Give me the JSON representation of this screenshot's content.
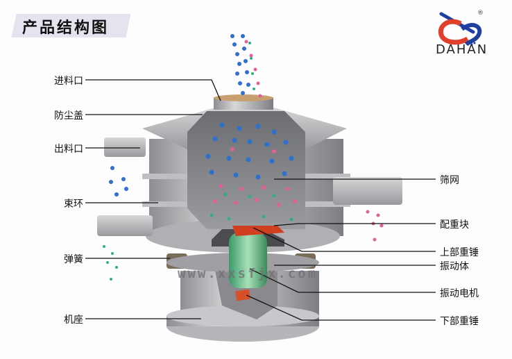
{
  "title": "产品结构图",
  "logo": {
    "brand": "DAHAN",
    "registered_mark": "®",
    "colors": {
      "blue": "#1f3fa0",
      "red": "#e0402a"
    }
  },
  "watermark": "www.xxsfjx.com",
  "labels_left": [
    {
      "id": "feed-inlet",
      "text": "进料口"
    },
    {
      "id": "dust-cover",
      "text": "防尘盖"
    },
    {
      "id": "discharge-outlet",
      "text": "出料口"
    },
    {
      "id": "clamp-ring",
      "text": "束环"
    },
    {
      "id": "spring",
      "text": "弹簧"
    },
    {
      "id": "base",
      "text": "机座"
    }
  ],
  "labels_right": [
    {
      "id": "screen-mesh",
      "text": "筛网"
    },
    {
      "id": "counterweight-block",
      "text": "配重块"
    },
    {
      "id": "upper-weight",
      "text": "上部重锤"
    },
    {
      "id": "vibrating-body",
      "text": "振动体"
    },
    {
      "id": "vibration-motor",
      "text": "振动电机"
    },
    {
      "id": "lower-weight",
      "text": "下部重锤"
    }
  ],
  "particle_colors": {
    "blue": "#2f6fd0",
    "pink": "#e0609a",
    "green": "#2fae8a"
  }
}
